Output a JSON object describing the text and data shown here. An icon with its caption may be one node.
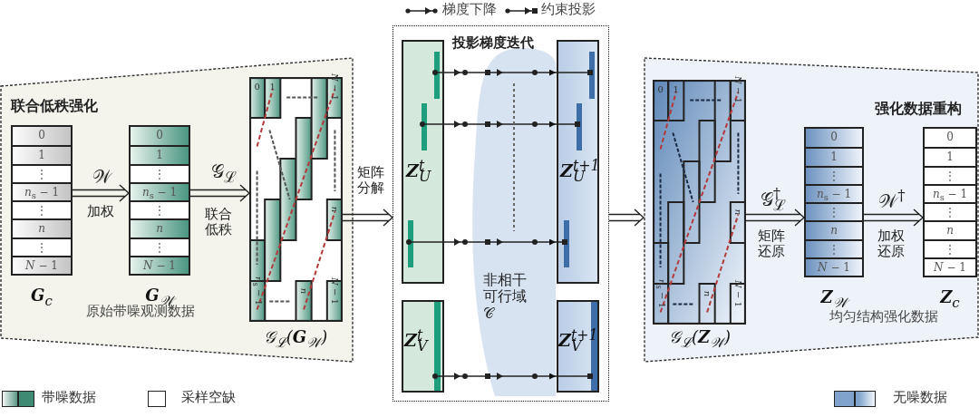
{
  "diagram": {
    "nodes": [
      {
        "text": [
          "联合低秩强化",
          "原始带噪观测数据"
        ]
      },
      {
        "text": [
          "0",
          "1",
          "⋮",
          "*n*$_{s}$ − 1",
          "⋮",
          "*n*",
          "⋮",
          "*N* − 1"
        ],
        "in": 0,
        "beside": [
          "**G**$_{c}$"
        ]
      },
      {
        "text": [
          "0",
          "1",
          "⋮",
          "*n*$_{s}$ − 1",
          "⋮",
          "*n*",
          "⋮",
          "*N* − 1"
        ],
        "in": 0,
        "beside": [
          "**G**$_{𝒲}$"
        ]
      },
      {
        "text": [
          "0",
          "1",
          "*N* − 1",
          "*n*",
          "*n*$_{s}$ − 1",
          "*n*",
          "*N* − 1"
        ],
        "in": 0,
        "beside": [
          "𝒢$_{ℒ}$(**G**$_{𝒲}$)"
        ]
      },
      {
        "text": [
          "投影梯度迭代"
        ]
      },
      {
        "text": [
          "**Z**$_{U}$$^{t}$"
        ],
        "in": 4
      },
      {
        "text": [
          "**Z**$_{U}$$^{t+1}$"
        ],
        "in": 4
      },
      {
        "text": [
          "**Z**$_{V}$$^{t}$"
        ],
        "in": 4
      },
      {
        "text": [
          "**Z**$_{V}$$^{t+1}$"
        ],
        "in": 4
      },
      {
        "text": [
          "强化数据重构",
          "均匀结构强化数据"
        ]
      },
      {
        "text": [
          "0",
          "1",
          "*N* − 1",
          "*n*",
          "*n*$_{s}$ − 1",
          "*n*",
          "*N* − 1"
        ],
        "in": 9,
        "beside": [
          "𝒢$_{ℒ}$(**Z**$_{𝒲}$)"
        ]
      },
      {
        "text": [
          "0",
          "1",
          "⋮",
          "*n*$_{s}$ − 1",
          "⋮",
          "*n*",
          "⋮",
          "*N* − 1"
        ],
        "in": 9,
        "beside": [
          "**Z**$_{𝒲}$"
        ]
      },
      {
        "text": [
          "0",
          "1",
          "⋮",
          "*n*$_{s}$ − 1",
          "⋮",
          "*n*",
          "⋮",
          "*N* − 1"
        ],
        "in": 9,
        "beside": [
          "**Z**$_{c}$"
        ]
      }
    ],
    "edges": [
      {
        "from": 1,
        "to": 2,
        "arrow": "to",
        "label": "𝒲"
      },
      {
        "from": 2,
        "to": 3,
        "arrow": "to",
        "label": "𝒢$_{ℒ}$"
      },
      {
        "from": 3,
        "to": 4,
        "arrow": "to",
        "label": "矩阵分解"
      },
      {
        "from": 4,
        "to": 9,
        "arrow": "to"
      },
      {
        "from": 10,
        "to": 11,
        "arrow": "to",
        "label": "𝒢$_{ℒ}$$^{†}$"
      },
      {
        "from": 11,
        "to": 12,
        "arrow": "to",
        "label": "𝒲$^{†}$"
      },
      {
        "from": 5,
        "to": 6,
        "arrow": "to"
      },
      {
        "from": 5,
        "to": 6,
        "arrow": "to"
      },
      {
        "from": 5,
        "to": 6,
        "arrow": "to"
      },
      {
        "from": 7,
        "to": 8,
        "arrow": "to"
      }
    ],
    "labels": [
      "加权",
      "联合低秩",
      "非相干可行域 𝒞",
      "矩阵还原",
      "加权还原"
    ],
    "legend": [
      {
        "text": "梯度下降"
      },
      {
        "text": "约束投影"
      },
      {
        "text": "带噪数据",
        "color": "#3e8a73"
      },
      {
        "text": "采样空缺",
        "color": "#ffffff"
      },
      {
        "text": "无噪数据",
        "color": "#7fa3cc"
      }
    ]
  }
}
